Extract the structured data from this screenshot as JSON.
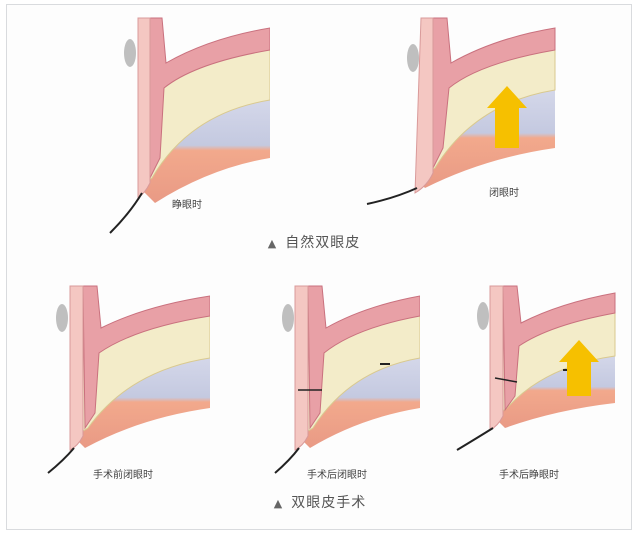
{
  "sections": [
    {
      "title": "自然双眼皮",
      "marker": "▲",
      "panels": [
        {
          "caption": "睁眼时"
        },
        {
          "caption": "闭眼时"
        }
      ]
    },
    {
      "title": "双眼皮手术",
      "marker": "▲",
      "panels": [
        {
          "caption": "手术前闭眼时"
        },
        {
          "caption": "手术后闭眼时"
        },
        {
          "caption": "手术后睁眼时"
        }
      ]
    }
  ],
  "colors": {
    "skin": "#f4c7c2",
    "muscle": "#e8a0a6",
    "fat": "#f3ecc9",
    "eyeball_top": "#cdd2e6",
    "eyeball_bottom": "#f2a98c",
    "arrow": "#f6c000",
    "lash": "#222222"
  }
}
